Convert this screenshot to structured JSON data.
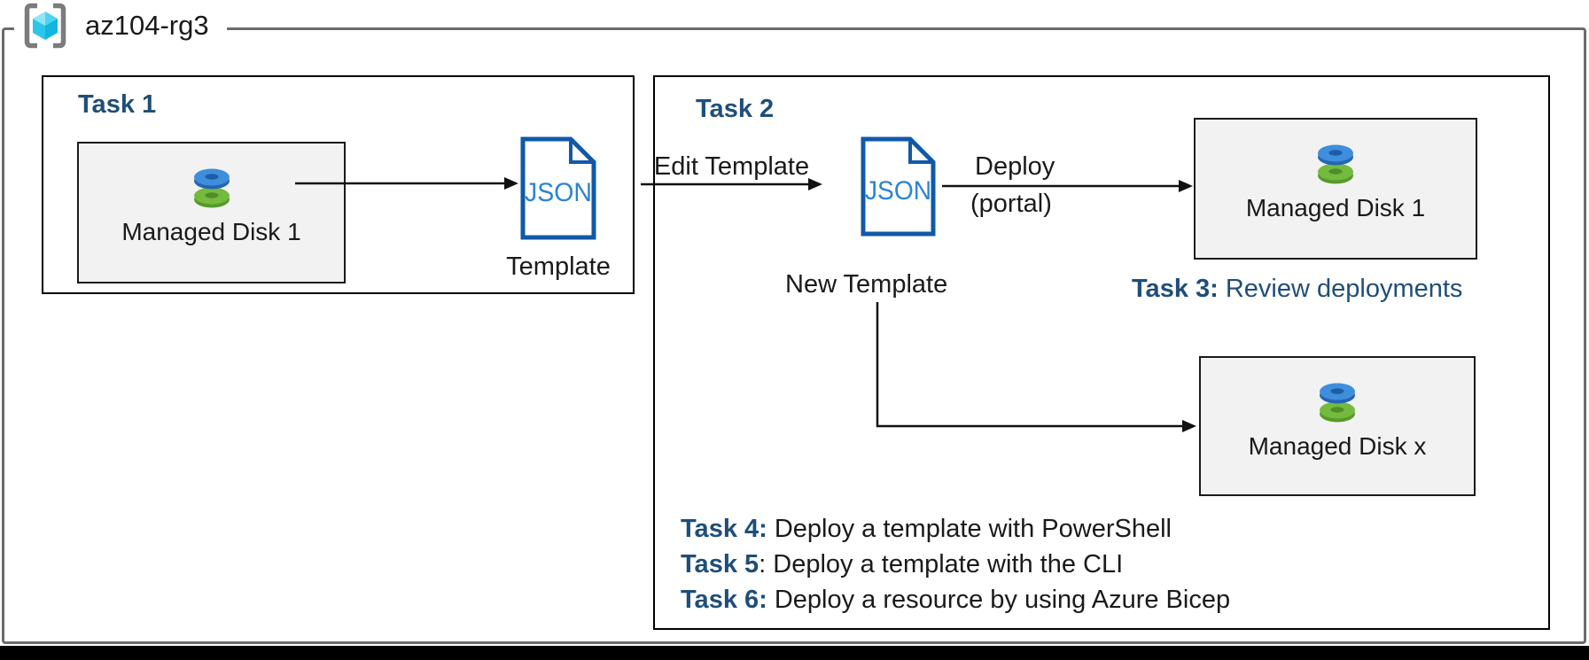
{
  "resource_group": {
    "name": "az104-rg3",
    "icon": "azure-resource-group-cube-brackets-icon"
  },
  "colors": {
    "heading_blue": "#1f4e79",
    "json_outline_blue": "#1159a8",
    "json_text_blue": "#2b84cf",
    "rg_border_gray": "#6b6b6b",
    "box_fill_gray": "#f2f2f2",
    "disk_blue": "#3e8edc",
    "disk_green": "#74ba3e",
    "arrow_black": "#111111"
  },
  "task1": {
    "title": "Task 1",
    "disk_box_label": "Managed Disk 1",
    "disk_icon": "managed-disk-stack-icon",
    "json_file_text": "JSON",
    "template_label": "Template"
  },
  "task2": {
    "title": "Task 2",
    "edit_arrow_label": "Edit Template",
    "json_file_text": "JSON",
    "new_template_label": "New Template",
    "deploy_arrow_label_line1": "Deploy",
    "deploy_arrow_label_line2": "(portal)",
    "disk1_box_label": "Managed Disk 1",
    "diskx_box_label": "Managed Disk x",
    "task3_prefix": "Task 3:",
    "task3_text": " Review deployments",
    "footer_tasks": [
      {
        "prefix": "Task 4:",
        "text": " Deploy a template with PowerShell"
      },
      {
        "prefix": "Task 5",
        "text": ": Deploy a template with the CLI"
      },
      {
        "prefix": "Task 6:",
        "text": " Deploy a resource by using Azure Bicep"
      }
    ]
  }
}
